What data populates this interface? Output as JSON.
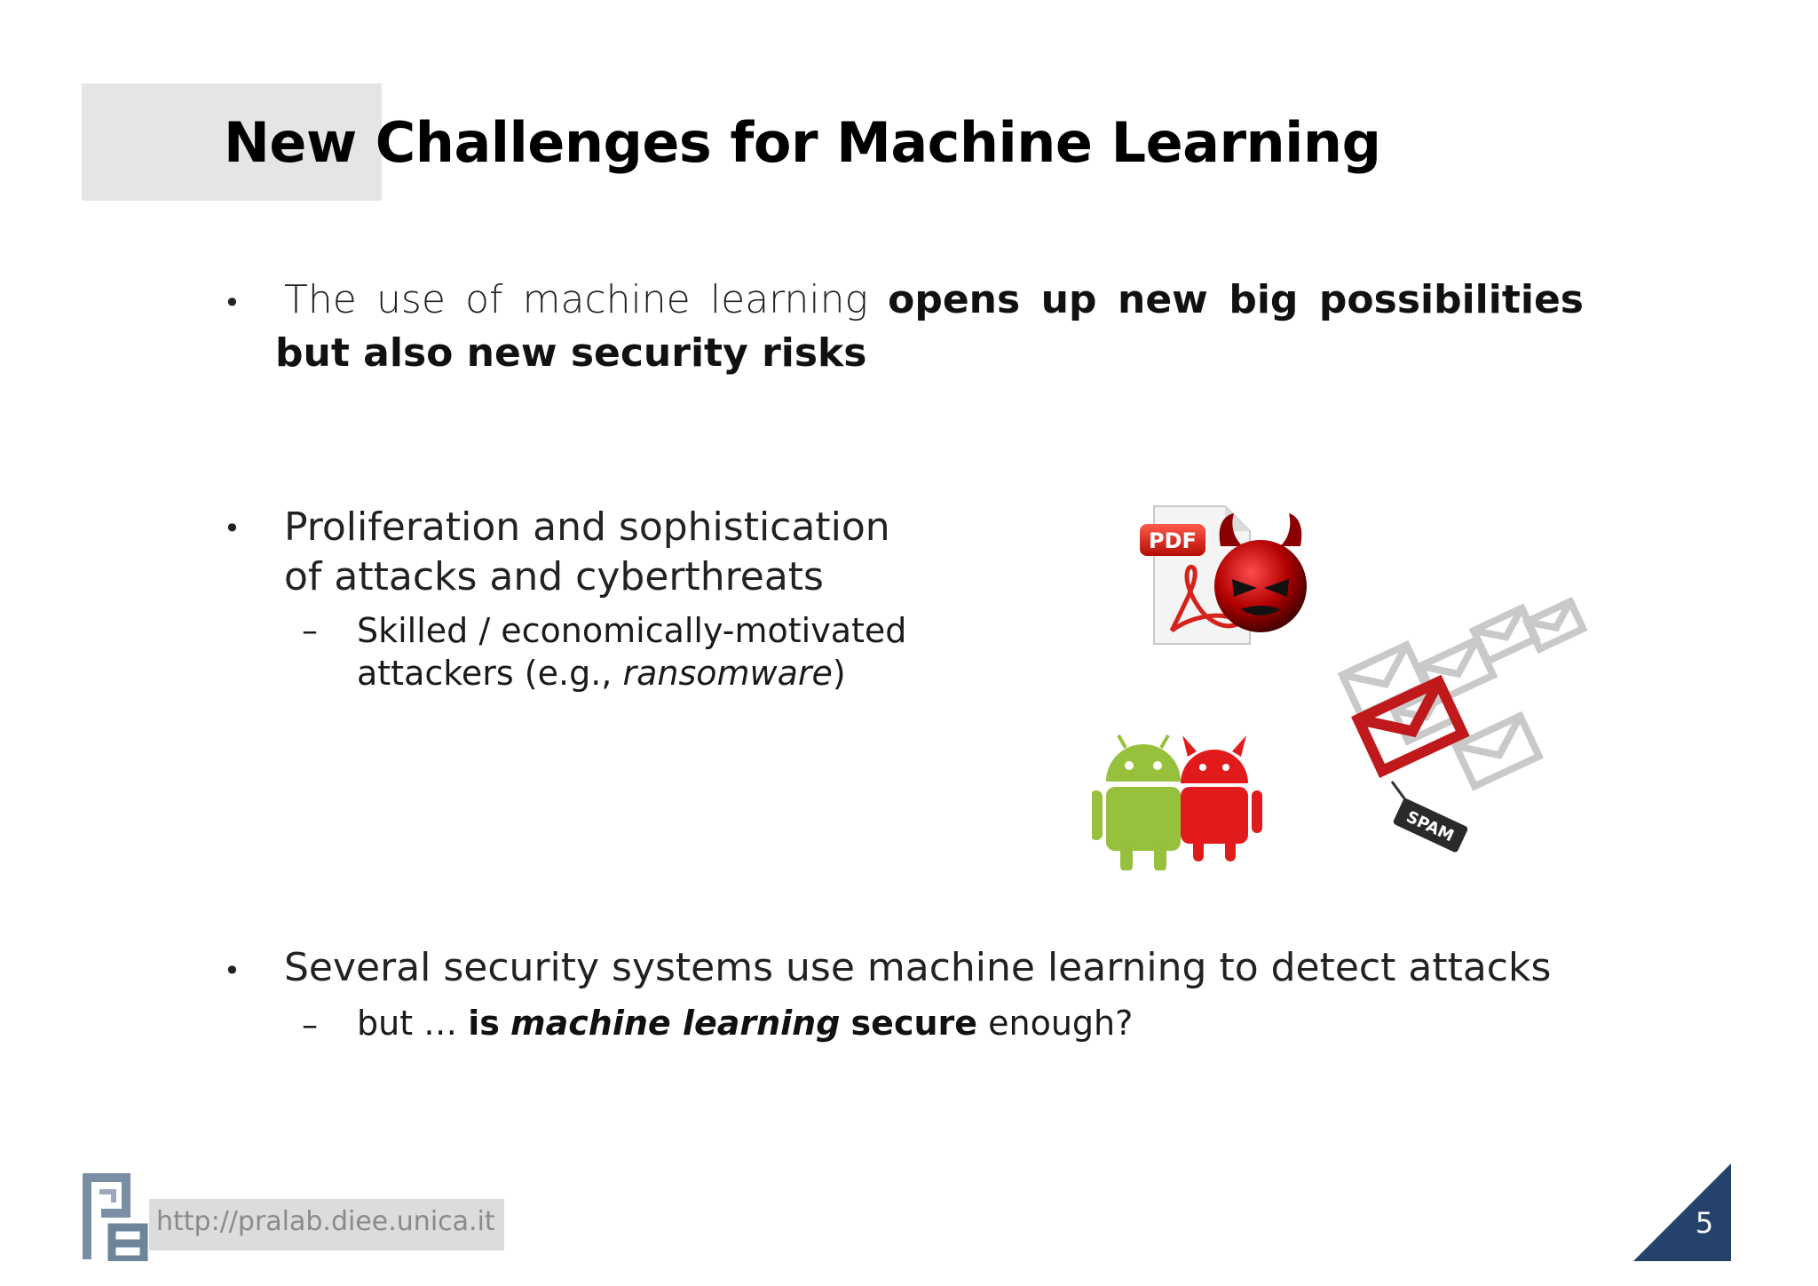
{
  "slide": {
    "title": "New Challenges for Machine Learning",
    "bullet_symbol": "•",
    "dash_symbol": "–",
    "bullets": [
      {
        "pre": "The use of machine learning",
        "bold1": "opens up new big possibilities",
        "bold2": "but also new security risks"
      },
      {
        "line1": "Proliferation and sophistication",
        "line2": "of attacks and cyberthreats",
        "sub_line1": "Skilled / economically-motivated",
        "sub_line2_pre": "attackers (e.g.,",
        "sub_line2_em": "ransomware",
        "sub_line2_post": ")"
      },
      {
        "text": "Several security systems use machine learning to detect attacks",
        "sub_pre": "but …",
        "sub_bold1": "is",
        "sub_bold_em": "machine learning",
        "sub_bold2": "secure",
        "sub_post": "enough?"
      }
    ],
    "illustration": {
      "pdf_label": "PDF",
      "spam_label": "SPAM",
      "icons": [
        "pdf-document-icon",
        "devil-icon",
        "android-icon",
        "evil-android-icon",
        "email-icon",
        "spam-email-icon"
      ]
    },
    "footer": {
      "url": "http://pralab.diee.unica.it",
      "logo": "pralab-logo",
      "page_number": "5",
      "page_badge_color": "#25426b"
    }
  }
}
